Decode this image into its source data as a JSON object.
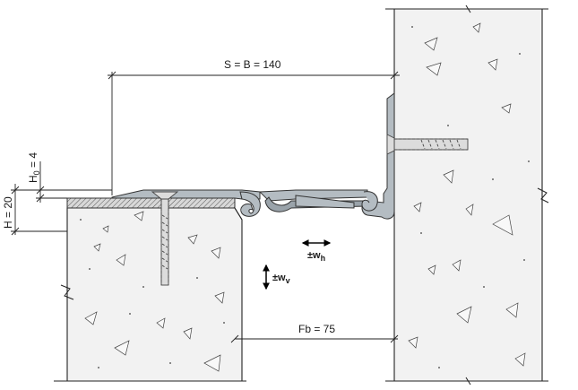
{
  "labels": {
    "span": "S = B = 140",
    "gap": "Fb = 75",
    "height": "H = 20",
    "h0_main": "H",
    "h0_sub": "0",
    "h0_value": " = 4",
    "wh_main": "±w",
    "wh_sub": "h",
    "wv_main": "±w",
    "wv_sub": "v"
  },
  "colors": {
    "concrete": "#f2f2f2",
    "profile": "#b4bcc2",
    "line": "#222222"
  }
}
